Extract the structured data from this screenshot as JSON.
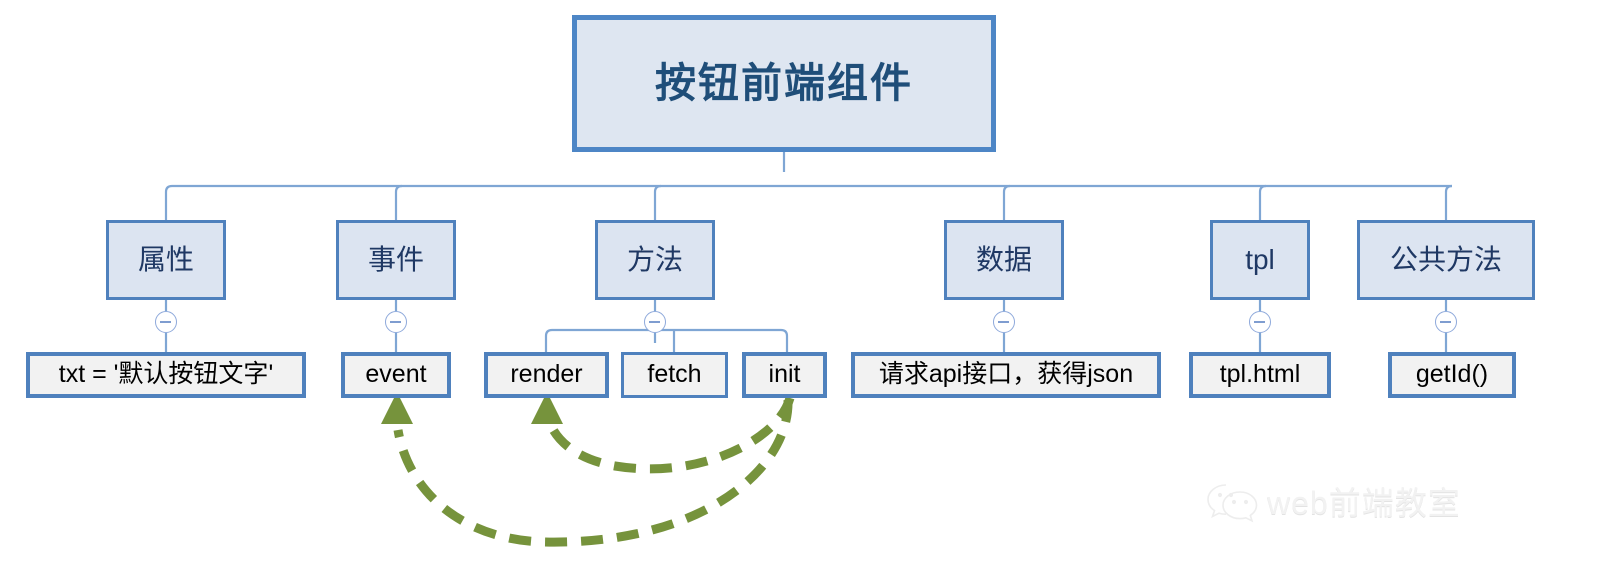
{
  "diagram": {
    "type": "mind-map-tree",
    "root": {
      "label": "按钮前端组件"
    },
    "branches": [
      {
        "label": "属性",
        "collapse_icon": "minus-circle-icon",
        "children": [
          {
            "label": "txt = '默认按钮文字'"
          }
        ]
      },
      {
        "label": "事件",
        "collapse_icon": "minus-circle-icon",
        "children": [
          {
            "label": "event"
          }
        ]
      },
      {
        "label": "方法",
        "collapse_icon": "minus-circle-icon",
        "children": [
          {
            "label": "render"
          },
          {
            "label": "fetch"
          },
          {
            "label": "init"
          }
        ]
      },
      {
        "label": "数据",
        "collapse_icon": "minus-circle-icon",
        "children": [
          {
            "label": "请求api接口，获得json"
          }
        ]
      },
      {
        "label": "tpl",
        "collapse_icon": "minus-circle-icon",
        "children": [
          {
            "label": "tpl.html"
          }
        ]
      },
      {
        "label": "公共方法",
        "collapse_icon": "minus-circle-icon",
        "children": [
          {
            "label": "getId()"
          }
        ]
      }
    ],
    "flow_arrows": [
      {
        "from": "init",
        "to": "event",
        "style": "dashed-curved-arrow"
      },
      {
        "from": "init",
        "to": "render",
        "style": "dashed-curved-arrow"
      }
    ]
  },
  "watermark": {
    "icon": "wechat-icon",
    "text": "web前端教室"
  },
  "colors": {
    "root_fill": "#DEE6F1",
    "root_border": "#4D86C6",
    "root_text": "#1F4E79",
    "branch_fill": "#DCE4F1",
    "branch_border": "#4F81BD",
    "branch_text": "#1F3864",
    "leaf_fill": "#F2F2F2",
    "leaf_border": "#4F81BD",
    "leaf_text": "#000000",
    "connector": "#7FA6D4",
    "arrow_green": "#76933C",
    "background": "#FFFFFF"
  }
}
